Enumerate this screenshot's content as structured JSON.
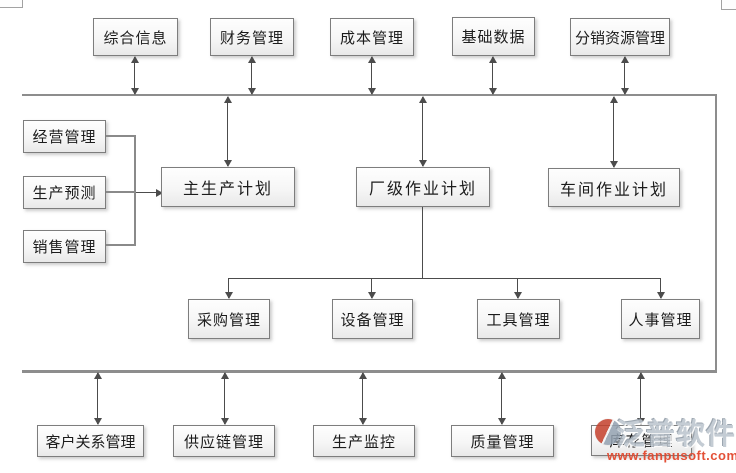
{
  "nodes": {
    "top_row": [
      "综合信息",
      "财务管理",
      "成本管理",
      "基础数据",
      "分销资源管理"
    ],
    "input_column": [
      "经营管理",
      "生产预测",
      "销售管理"
    ],
    "plan_row": [
      "主生产计划",
      "厂级作业计划",
      "车间作业计划"
    ],
    "resource_row": [
      "采购管理",
      "设备管理",
      "工具管理",
      "人事管理"
    ],
    "bottom_row": [
      "客户关系管理",
      "供应链管理",
      "生产监控",
      "质量管理",
      "库存管理"
    ]
  },
  "watermark": {
    "brand": "泛普软件",
    "url": "www.fanpusoft.com"
  },
  "colors": {
    "node_border": "#7d7d7d",
    "node_fill_top": "#fefefe",
    "node_fill_bottom": "#e9e9e9",
    "bus_line": "#8d8d8d",
    "connector": "#4c4c4c",
    "watermark_brand": "#bdc6cf",
    "watermark_url": "#e2482e",
    "logo_red": "#c4402c",
    "logo_blue": "#93a1b0"
  }
}
